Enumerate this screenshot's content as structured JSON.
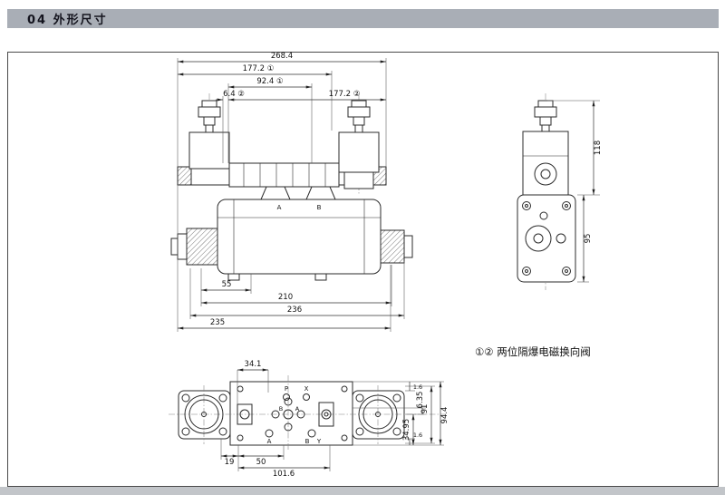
{
  "page": {
    "header_title": "04 外形尺寸",
    "note": "①② 两位隔爆电磁换向阀"
  },
  "colors": {
    "header_bar": "#a9aeb6"
  },
  "front_view": {
    "dim_overall": "268.4",
    "dim_sol1": "177.2 ①",
    "dim_sol1_inner": "92.4 ①",
    "dim_sol2_offset": "6.4 ②",
    "dim_sol2": "177.2 ②",
    "dim_55": "55",
    "dim_210": "210",
    "dim_236": "236",
    "dim_235": "235",
    "port_a": "A",
    "port_b": "B"
  },
  "side_view": {
    "dim_118": "118",
    "dim_95": "95"
  },
  "top_view": {
    "dim_34_1": "34.1",
    "dim_1_6_top": "1.6",
    "dim_6_35": "6.35",
    "dim_34_95": "34.95",
    "dim_91": "91",
    "dim_94_4": "94.4",
    "dim_1_6_bottom": "1.6",
    "dim_19": "19",
    "dim_50": "50",
    "dim_101_6": "101.6",
    "port_p": "P",
    "port_x": "X",
    "port_a": "A",
    "port_b": "B",
    "port_y": "Y",
    "center_port_b": "B",
    "center_port_a": "A"
  }
}
